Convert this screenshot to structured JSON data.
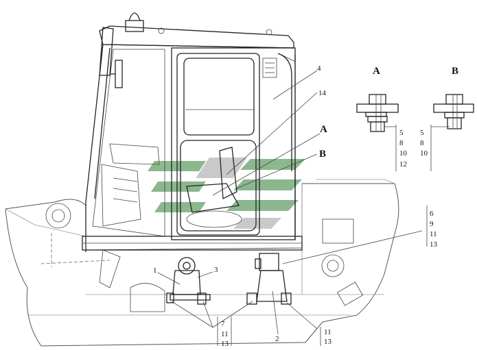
{
  "callouts": {
    "c1": "1",
    "c2": "2",
    "c3": "3",
    "c4": "4",
    "c14": "14"
  },
  "views": {
    "view_a_label": "A",
    "view_b_label": "B",
    "view_a_list": [
      "5",
      "8",
      "10",
      "12"
    ],
    "view_b_list": [
      "5",
      "8",
      "10"
    ]
  },
  "pointers": {
    "a_label": "A",
    "b_label": "B"
  },
  "groups": {
    "right_group": [
      "6",
      "9",
      "11",
      "13"
    ],
    "bottom_left_group": [
      "7",
      "11",
      "13"
    ],
    "bottom_right_group": [
      "11",
      "13"
    ]
  },
  "colors": {
    "line": "#222222",
    "watermark": "#2e7d32",
    "watermark_gray": "#9e9e9e"
  }
}
